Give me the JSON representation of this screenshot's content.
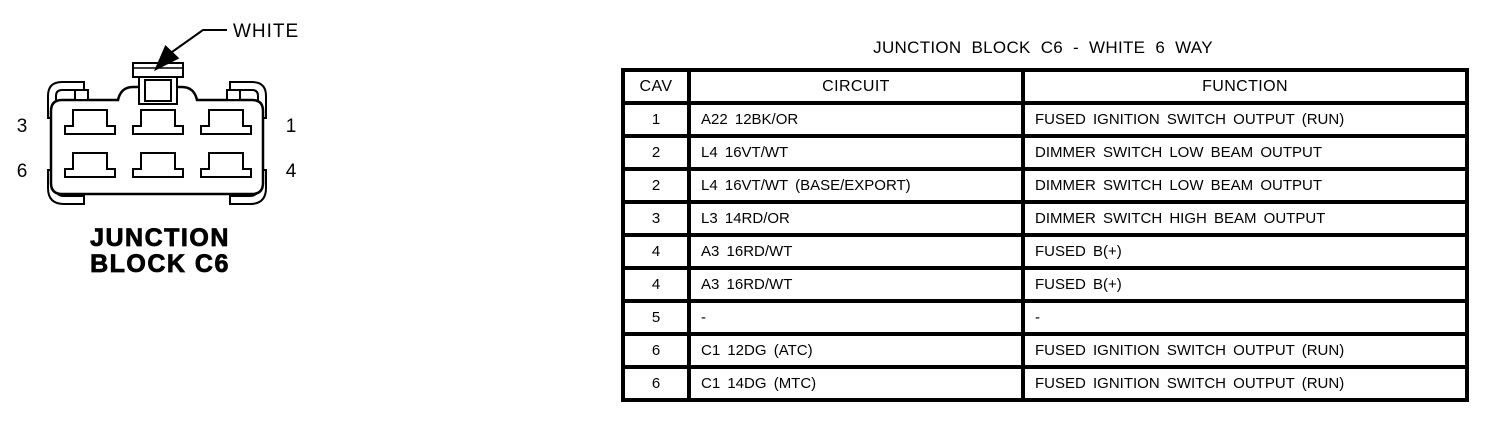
{
  "connector": {
    "color_label": "WHITE",
    "caption_line1": "JUNCTION",
    "caption_line2": "BLOCK C6",
    "pin_labels": {
      "top_left": "3",
      "bottom_left": "6",
      "top_right": "1",
      "bottom_right": "4"
    },
    "cavity_count": 6
  },
  "table": {
    "title": "JUNCTION BLOCK C6 - WHITE 6 WAY",
    "columns": [
      "CAV",
      "CIRCUIT",
      "FUNCTION"
    ],
    "rows": [
      {
        "cav": "1",
        "circuit": "A22 12BK/OR",
        "function": "FUSED IGNITION SWITCH OUTPUT (RUN)"
      },
      {
        "cav": "2",
        "circuit": "L4 16VT/WT",
        "function": "DIMMER SWITCH LOW BEAM OUTPUT"
      },
      {
        "cav": "2",
        "circuit": "L4 16VT/WT (BASE/EXPORT)",
        "function": "DIMMER SWITCH LOW BEAM OUTPUT"
      },
      {
        "cav": "3",
        "circuit": "L3 14RD/OR",
        "function": "DIMMER SWITCH HIGH BEAM OUTPUT"
      },
      {
        "cav": "4",
        "circuit": "A3 16RD/WT",
        "function": "FUSED B(+)"
      },
      {
        "cav": "4",
        "circuit": "A3 16RD/WT",
        "function": "FUSED B(+)"
      },
      {
        "cav": "5",
        "circuit": "-",
        "function": "-"
      },
      {
        "cav": "6",
        "circuit": "C1 12DG (ATC)",
        "function": "FUSED IGNITION SWITCH OUTPUT (RUN)"
      },
      {
        "cav": "6",
        "circuit": "C1 14DG (MTC)",
        "function": "FUSED IGNITION SWITCH OUTPUT (RUN)"
      }
    ]
  },
  "colors": {
    "ink": "#000000",
    "background": "#ffffff"
  }
}
